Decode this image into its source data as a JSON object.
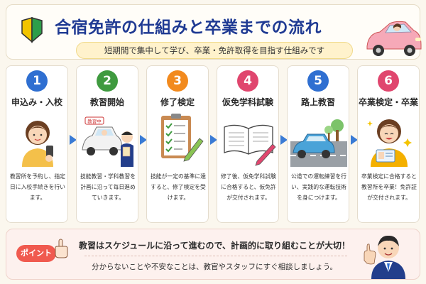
{
  "header": {
    "title": "合宿免許の仕組みと卒業までの流れ",
    "subtitle": "短期間で集中して学び、卒業・免許取得を目指す仕組みです"
  },
  "steps": [
    {
      "number": "1",
      "title": "申込み・入校",
      "desc": "教習所を予約し、指定日に入校手続きを行います。",
      "color": "#2f6fd1"
    },
    {
      "number": "2",
      "title": "教習開始",
      "desc": "技能教習・学科教習を計画に沿って毎日進めていきます。",
      "color": "#3f9a3f"
    },
    {
      "number": "3",
      "title": "修了検定",
      "desc": "技能が一定の基準に達すると、修了検定を受けます。",
      "color": "#f28a1e"
    },
    {
      "number": "4",
      "title": "仮免学科試験",
      "desc": "修了後、仮免学科試験に合格すると、仮免許が交付されます。",
      "color": "#e0466e"
    },
    {
      "number": "5",
      "title": "路上教習",
      "desc": "公道での運転練習を行い、実践的な運転技術を身につけます。",
      "color": "#2f6fd1"
    },
    {
      "number": "6",
      "title": "卒業検定・卒業",
      "desc": "卒業検定に合格すると教習所を卒業！免許証が交付されます。",
      "color": "#e0466e"
    }
  ],
  "illustrations": {
    "step2_sign": "教習中"
  },
  "point": {
    "badge": "ポイント",
    "line1": "教習はスケジュールに沿って進むので、計画的に取り組むことが大切！",
    "line2": "分からないことや不安なことは、教官やスタッフにすぐ相談しましょう。"
  },
  "colors": {
    "title": "#1f3a93",
    "arrow": "#3a7bd5",
    "badge": "#f05a4f",
    "subtitle_bg": "#fff2cc"
  },
  "icons": [
    "beginner-mark-icon",
    "woman-phone-icon",
    "student-car-instructor-icon",
    "checklist-icon",
    "book-pen-icon",
    "car-road-icon",
    "graduate-license-icon",
    "pointing-hand-icon",
    "instructor-thumbsup-icon"
  ]
}
